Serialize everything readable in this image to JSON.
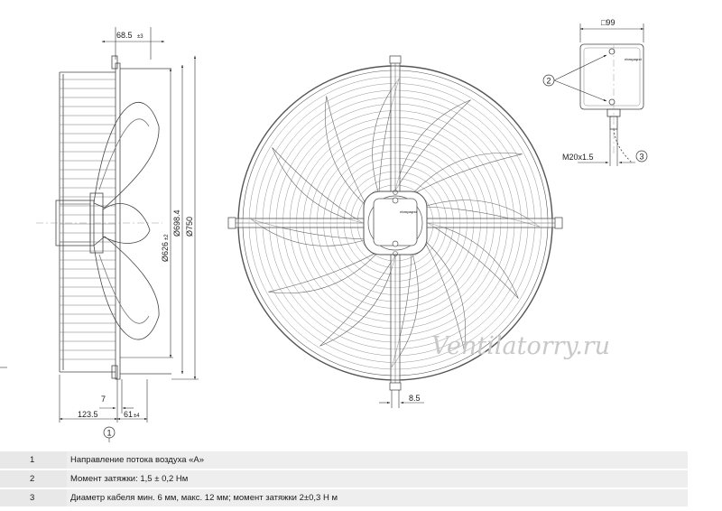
{
  "dimensions": {
    "side_offset": "68.5",
    "side_offset_tol": "±3",
    "dia_inner": "Ø626",
    "dia_inner_tol": "±2",
    "dia_mid": "Ø698.4",
    "dia_outer": "Ø750",
    "depth_7": "7",
    "depth_123": "123.5",
    "depth_61": "61",
    "depth_61_tol": "±4",
    "front_85": "8.5",
    "box_size": "□99",
    "cable_thread": "M20x1.5"
  },
  "callouts": [
    "1",
    "2",
    "3"
  ],
  "brand_mark": "ebmpapst",
  "watermark": "Ventilatorry.ru",
  "legend": [
    {
      "num": "1",
      "text": "Направление потока воздуха «A»"
    },
    {
      "num": "2",
      "text": "Момент затяжки: 1,5 ± 0,2 Нм"
    },
    {
      "num": "3",
      "text": "Диаметр кабеля мин. 6 мм, макс. 12 мм; момент затяжки 2±0,3 Н м"
    }
  ]
}
